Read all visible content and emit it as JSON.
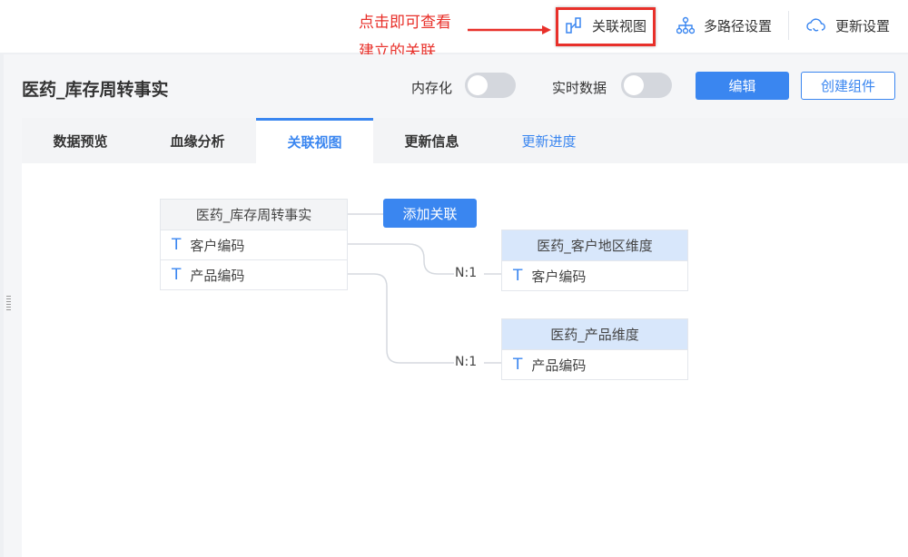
{
  "annotation": {
    "line1": "点击即可查看",
    "line2": "建立的关联"
  },
  "toolbar": {
    "relation_view": "关联视图",
    "multipath": "多路径设置",
    "update_settings": "更新设置"
  },
  "header": {
    "title": "医药_库存周转事实",
    "in_memory_label": "内存化",
    "in_memory_on": false,
    "realtime_label": "实时数据",
    "realtime_on": false,
    "edit": "编辑",
    "create_component": "创建组件"
  },
  "tabs": [
    {
      "label": "数据预览"
    },
    {
      "label": "血缘分析"
    },
    {
      "label": "关联视图",
      "active": true
    },
    {
      "label": "更新信息"
    },
    {
      "label": "更新进度"
    }
  ],
  "diagram": {
    "main_table": {
      "name": "医药_库存周转事实",
      "fields": [
        "客户编码",
        "产品编码"
      ]
    },
    "add_relation": "添加关联",
    "type_icon": "T",
    "relations": [
      {
        "table": "医药_客户地区维度",
        "field": "客户编码",
        "cardinality": "N:1"
      },
      {
        "table": "医药_产品维度",
        "field": "产品编码",
        "cardinality": "N:1"
      }
    ]
  },
  "colors": {
    "accent": "#3a86f0",
    "annotation": "#e8302a"
  }
}
